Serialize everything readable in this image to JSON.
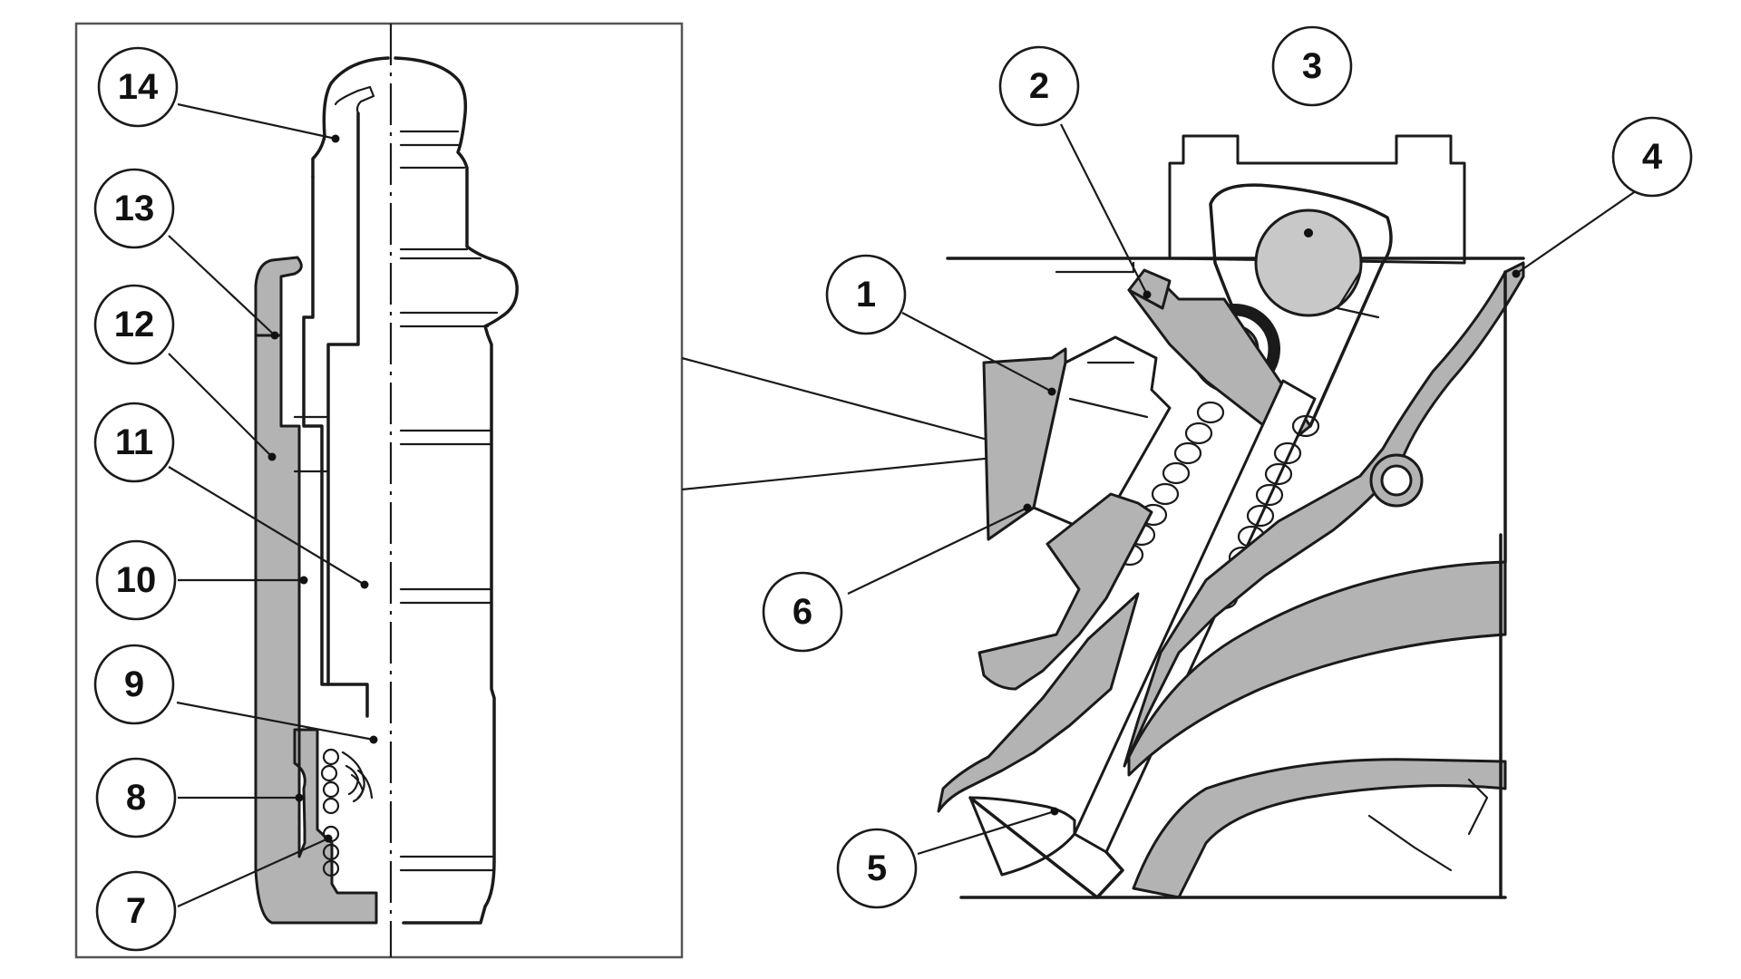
{
  "colors": {
    "shade": "#b3b3b3",
    "line": "#1a1a1a",
    "background": "#ffffff"
  },
  "callouts": [
    {
      "id": "14",
      "label": "14"
    },
    {
      "id": "13",
      "label": "13"
    },
    {
      "id": "12",
      "label": "12"
    },
    {
      "id": "11",
      "label": "11"
    },
    {
      "id": "10",
      "label": "10"
    },
    {
      "id": "9",
      "label": "9"
    },
    {
      "id": "8",
      "label": "8"
    },
    {
      "id": "7",
      "label": "7"
    },
    {
      "id": "1",
      "label": "1"
    },
    {
      "id": "2",
      "label": "2"
    },
    {
      "id": "3",
      "label": "3"
    },
    {
      "id": "4",
      "label": "4"
    },
    {
      "id": "5",
      "label": "5"
    },
    {
      "id": "6",
      "label": "6"
    }
  ]
}
